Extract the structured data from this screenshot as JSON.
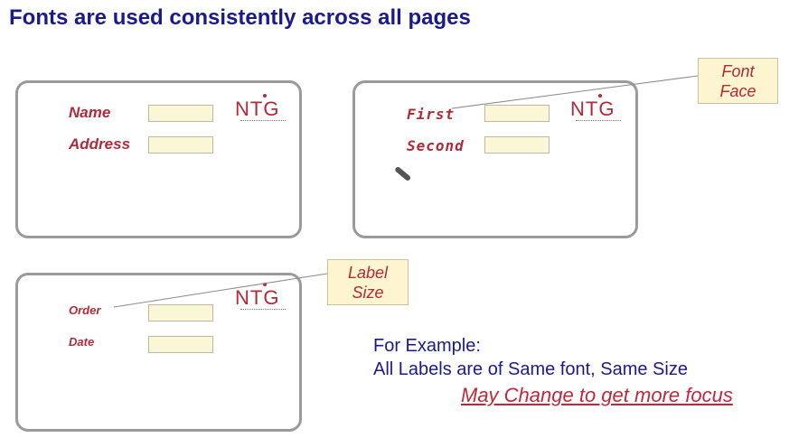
{
  "title": "Fonts are used consistently across all pages",
  "logo_text": "NTG",
  "panel1": {
    "label1": "Name",
    "label2": "Address"
  },
  "panel2": {
    "label1": "First",
    "label2": "Second"
  },
  "panel3": {
    "label1": "Order",
    "label2": "Date"
  },
  "callouts": {
    "font_face": [
      "Font",
      "Face"
    ],
    "label_size": [
      "Label",
      "Size"
    ]
  },
  "example": {
    "line1": "For Example:",
    "line2": "All Labels are of Same font, Same Size",
    "line3": "May Change to get more focus"
  },
  "colors": {
    "title": "#1a1a8c",
    "label": "#b02a3a",
    "field_fill": "#fbf6d6",
    "callout_fill": "#fcf5cf"
  }
}
